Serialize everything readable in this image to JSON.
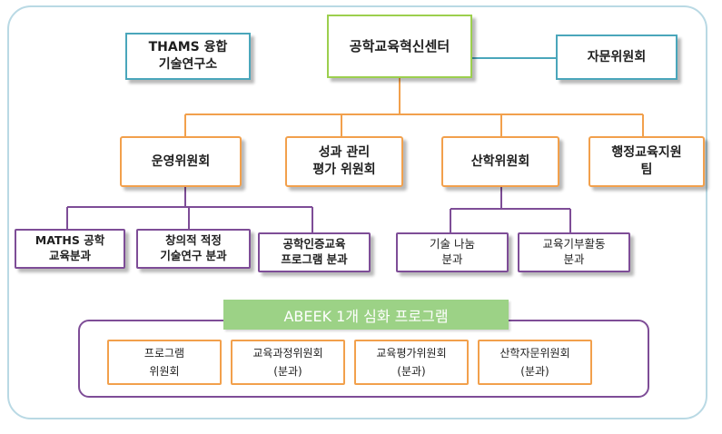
{
  "top": {
    "center": "공학교육혁신센터",
    "left": "THAMS 융합\n기술연구소",
    "right": "자문위원회"
  },
  "level2": [
    "운영위원회",
    "성과 관리\n평가 위원회",
    "산학위원회",
    "행정교육지원\n팀"
  ],
  "level3": [
    "MATHS 공학\n교육분과",
    "창의적 적정\n기술연구 분과",
    "공학인증교육\n프로그램 분과",
    "기술 나눔\n분과",
    "교육기부활동\n분과"
  ],
  "abeek": {
    "title": "ABEEK 1개 심화 프로그램",
    "items": [
      "프로그램\n위원회",
      "교육과정위원회\n(분과)",
      "교육평가위원회\n(분과)",
      "산학자문위원회\n(분과)"
    ]
  },
  "colors": {
    "teal": "#4aa6bb",
    "green": "#9ccf4d",
    "orange": "#f2a04c",
    "purple": "#7e4d97",
    "abeek_title_bg": "#9cd286"
  }
}
